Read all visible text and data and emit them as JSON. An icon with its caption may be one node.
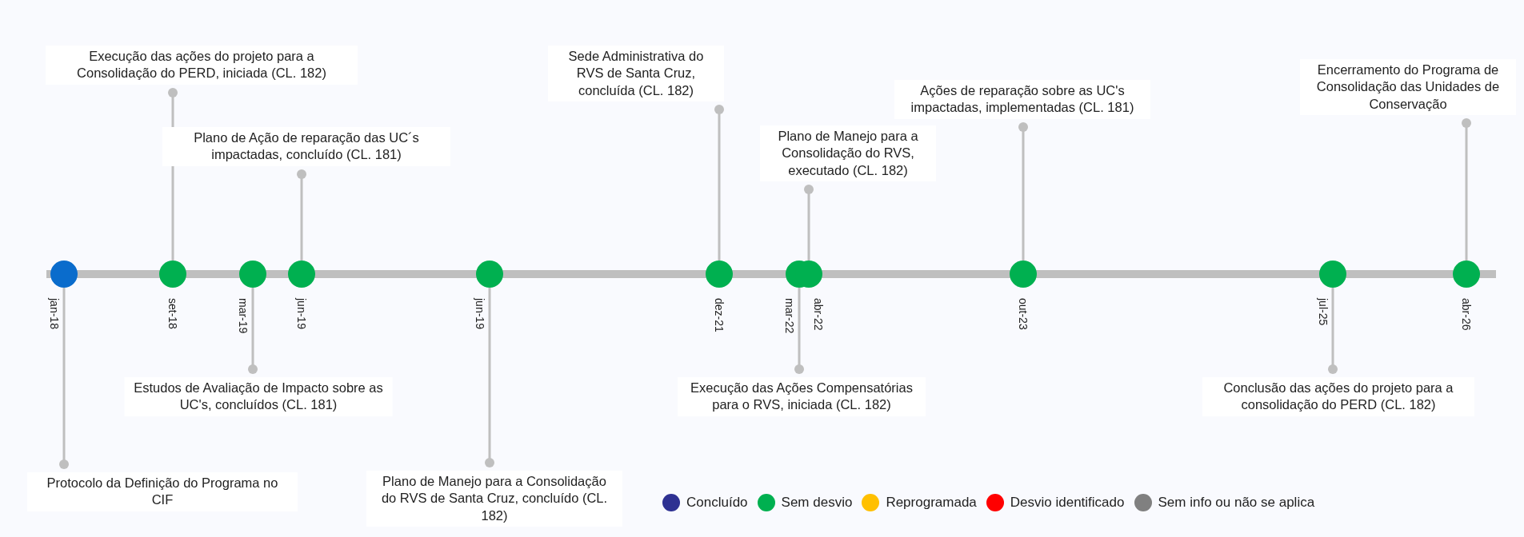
{
  "diagram": {
    "nodes": [
      {
        "text": [],
        "shape": "circle",
        "beside": [
          "jan-18"
        ]
      },
      {
        "text": [],
        "shape": "circle",
        "beside": [
          "set-18"
        ]
      },
      {
        "text": [],
        "shape": "circle",
        "beside": [
          "mar-19"
        ]
      },
      {
        "text": [],
        "shape": "circle",
        "beside": [
          "jun-19"
        ]
      },
      {
        "text": [],
        "shape": "circle",
        "beside": [
          "jun-19"
        ]
      },
      {
        "text": [],
        "shape": "circle",
        "beside": [
          "dez-21"
        ]
      },
      {
        "text": [],
        "shape": "circle",
        "beside": [
          "mar-22"
        ]
      },
      {
        "text": [],
        "shape": "circle",
        "beside": [
          "abr-22"
        ]
      },
      {
        "text": [],
        "shape": "circle",
        "beside": [
          "out-23"
        ]
      },
      {
        "text": [],
        "shape": "circle",
        "beside": [
          "jul-25"
        ]
      },
      {
        "text": [],
        "shape": "circle",
        "beside": [
          "abr-26"
        ]
      },
      {
        "text": [
          "Execução das ações do projeto para a Consolidação do PERD, iniciada (CL. 182)"
        ]
      },
      {
        "text": [
          "Plano de Ação de reparação das UC´s impactadas, concluído (CL. 181)"
        ]
      },
      {
        "text": [
          "Estudos de Avaliação de Impacto sobre as UC's, concluídos (CL. 181)"
        ]
      },
      {
        "text": [
          "Protocolo da Definição do Programa no CIF"
        ]
      },
      {
        "text": [
          "Plano de Manejo para a Consolidação do RVS de Santa Cruz, concluído (CL. 182)"
        ]
      },
      {
        "text": [
          "Sede Administrativa do RVS de Santa Cruz, concluída (CL. 182)"
        ]
      },
      {
        "text": [
          "Plano de Manejo para a Consolidação do RVS, executado (CL. 182)"
        ]
      },
      {
        "text": [
          "Execução das Ações Compensatórias para o RVS, iniciada (CL. 182)"
        ]
      },
      {
        "text": [
          "Ações de reparação sobre as UC's impactadas, implementadas (CL. 181)"
        ]
      },
      {
        "text": [
          "Encerramento do Programa de Consolidação das Unidades de Conservação"
        ]
      },
      {
        "text": [
          "Conclusão das ações do projeto para a consolidação do PERD (CL. 182)"
        ]
      }
    ],
    "edges": [
      {
        "from": 11,
        "to": 1,
        "arrow": "other"
      },
      {
        "from": 12,
        "to": 3,
        "arrow": "other"
      },
      {
        "from": 13,
        "to": 2,
        "arrow": "other"
      },
      {
        "from": 14,
        "to": 0,
        "arrow": "other"
      },
      {
        "from": 15,
        "to": 4,
        "arrow": "other"
      },
      {
        "from": 16,
        "to": 5,
        "arrow": "other"
      },
      {
        "from": 17,
        "to": 7,
        "arrow": "other"
      },
      {
        "from": 18,
        "to": 6,
        "arrow": "other"
      },
      {
        "from": 19,
        "to": 8,
        "arrow": "other"
      },
      {
        "from": 20,
        "to": 10,
        "arrow": "other"
      },
      {
        "from": 21,
        "to": 9,
        "arrow": "other"
      }
    ],
    "legend": [
      {
        "text": "Concluído",
        "color": "#2e3192"
      },
      {
        "text": "Sem desvio",
        "color": "#00b050"
      },
      {
        "text": "Reprogramada",
        "color": "#ffc000"
      },
      {
        "text": "Desvio identificado",
        "color": "#ff0000"
      },
      {
        "text": "Sem info ou não se aplica",
        "color": "#808080"
      }
    ]
  }
}
